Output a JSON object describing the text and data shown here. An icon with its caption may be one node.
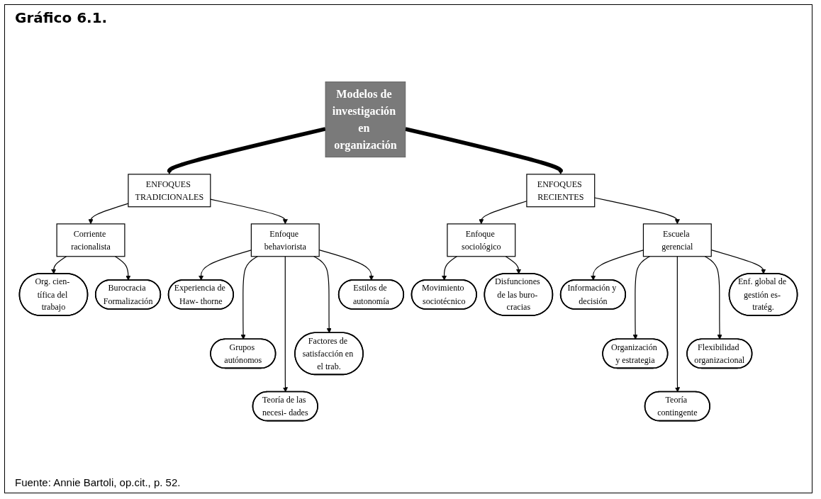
{
  "diagram": {
    "title": "Gráfico 6.1.",
    "caption": "Fuente: Annie Bartoli, op.cit., p. 52.",
    "nodes": [
      {
        "text": [
          "Modelos de investigación en organización"
        ]
      },
      {
        "text": [
          "ENFOQUES TRADICIONALES"
        ]
      },
      {
        "text": [
          "ENFOQUES RECIENTES"
        ]
      },
      {
        "text": [
          "Corriente racionalista"
        ]
      },
      {
        "text": [
          "Enfoque behaviorista"
        ]
      },
      {
        "text": [
          "Enfoque sociológico"
        ]
      },
      {
        "text": [
          "Escuela gerencial"
        ]
      },
      {
        "text": [
          "Org. cien- tífica del trabajo"
        ]
      },
      {
        "text": [
          "Burocracia Formalización"
        ]
      },
      {
        "text": [
          "Experiencia de Haw- thorne"
        ]
      },
      {
        "text": [
          "Estilos de autonomía"
        ]
      },
      {
        "text": [
          "Movimiento sociotécnico"
        ]
      },
      {
        "text": [
          "Disfunciones de las buro- cracias"
        ]
      },
      {
        "text": [
          "Información y decisión"
        ]
      },
      {
        "text": [
          "Enf. global de gestión es- tratég."
        ]
      },
      {
        "text": [
          "Grupos autónomos"
        ]
      },
      {
        "text": [
          "Factores de satisfacción en el trab."
        ]
      },
      {
        "text": [
          "Organización y estrategia"
        ]
      },
      {
        "text": [
          "Flexibilidad organizacional"
        ]
      },
      {
        "text": [
          "Teoría de las necesi- dades"
        ]
      },
      {
        "text": [
          "Teoría contingente"
        ]
      }
    ],
    "edges": [
      {
        "from": 0,
        "to": 1,
        "arrow": "to",
        "style": "thick"
      },
      {
        "from": 0,
        "to": 2,
        "arrow": "to",
        "style": "thick"
      },
      {
        "from": 1,
        "to": 3,
        "arrow": "to"
      },
      {
        "from": 1,
        "to": 4,
        "arrow": "to"
      },
      {
        "from": 2,
        "to": 5,
        "arrow": "to"
      },
      {
        "from": 2,
        "to": 6,
        "arrow": "to"
      },
      {
        "from": 3,
        "to": 7,
        "arrow": "to"
      },
      {
        "from": 3,
        "to": 8,
        "arrow": "to"
      },
      {
        "from": 4,
        "to": 9,
        "arrow": "to"
      },
      {
        "from": 4,
        "to": 15,
        "arrow": "to"
      },
      {
        "from": 4,
        "to": 19,
        "arrow": "to"
      },
      {
        "from": 4,
        "to": 16,
        "arrow": "to"
      },
      {
        "from": 4,
        "to": 10,
        "arrow": "to"
      },
      {
        "from": 5,
        "to": 11,
        "arrow": "to"
      },
      {
        "from": 5,
        "to": 12,
        "arrow": "to"
      },
      {
        "from": 6,
        "to": 13,
        "arrow": "to"
      },
      {
        "from": 6,
        "to": 17,
        "arrow": "to"
      },
      {
        "from": 6,
        "to": 20,
        "arrow": "to"
      },
      {
        "from": 6,
        "to": 18,
        "arrow": "to"
      },
      {
        "from": 6,
        "to": 14,
        "arrow": "to"
      }
    ]
  }
}
